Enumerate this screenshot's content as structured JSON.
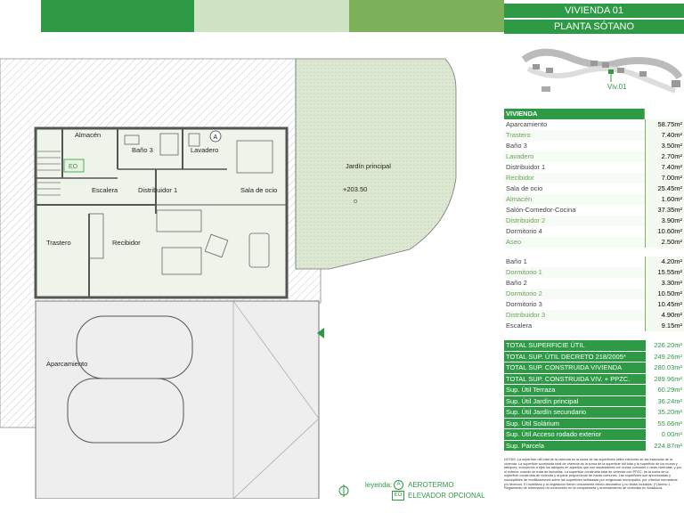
{
  "header": {
    "title": "VIVIENDA 01",
    "subtitle": "PLANTA SÓTANO"
  },
  "keymap": {
    "label": "Viv.01"
  },
  "plan": {
    "rooms": {
      "almacen": "Almacén",
      "bano3": "Baño 3",
      "lavadero": "Lavadero",
      "escalera": "Escalera",
      "distribuidor1": "Distribuidor 1",
      "sala_ocio": "Sala de ocio",
      "trastero": "Trastero",
      "recibidor": "Recibidor",
      "aparcamiento": "Aparcamiento",
      "jardin": "Jardín principal"
    },
    "elevation": "+203.50",
    "symbol_a": "A",
    "symbol_eo": "EO"
  },
  "table": {
    "section": "VIVIENDA",
    "rows_a": [
      {
        "label": "Aparcamiento",
        "value": "58.75m²"
      },
      {
        "label": "Trastero",
        "value": "7.40m²"
      },
      {
        "label": "Baño 3",
        "value": "3.50m²"
      },
      {
        "label": "Lavadero",
        "value": "2.70m²"
      },
      {
        "label": "Distribuidor 1",
        "value": "7.40m²"
      },
      {
        "label": "Recibidor",
        "value": "7.00m²"
      },
      {
        "label": "Sala de ocio",
        "value": "25.45m²"
      },
      {
        "label": "Almacén",
        "value": "1.60m²"
      },
      {
        "label": "Salón-Comedor-Cocina",
        "value": "37.35m²"
      },
      {
        "label": "Distribuidor 2",
        "value": "3.90m²"
      },
      {
        "label": "Dormitorio 4",
        "value": "10.60m²"
      },
      {
        "label": "Aseo",
        "value": "2.50m²"
      }
    ],
    "rows_b": [
      {
        "label": "Baño 1",
        "value": "4.20m²"
      },
      {
        "label": "Dormitorio 1",
        "value": "15.55m²"
      },
      {
        "label": "Baño 2",
        "value": "3.30m²"
      },
      {
        "label": "Dormitorio 2",
        "value": "10.50m²"
      },
      {
        "label": "Dormitorio 3",
        "value": "10.45m²"
      },
      {
        "label": "Distribuidor 3",
        "value": "4.90m²"
      },
      {
        "label": "Escalera",
        "value": "9.15m²"
      }
    ],
    "totals": [
      {
        "label": "TOTAL SUPERFICIE ÚTIL",
        "value": "226.20m²"
      },
      {
        "label": "TOTAL SUP. ÚTIL DECRETO 218/2005*",
        "value": "249.26m²"
      },
      {
        "label": "TOTAL SUP. CONSTRUIDA VIVIENDA",
        "value": "280.03m²"
      },
      {
        "label": "TOTAL SUP. CONSTRUIDA VIV. + PPZC.",
        "value": "289.96m²"
      },
      {
        "label": "Sup. Útil Terraza",
        "value": "60.29m²"
      },
      {
        "label": "Sup. Útil Jardín principal",
        "value": "36.24m²"
      },
      {
        "label": "Sup. Útil Jardín secundario",
        "value": "35.20m²"
      },
      {
        "label": "Sup. Útil Solárium",
        "value": "55.66m²"
      },
      {
        "label": "Sup. Útil Acceso rodado exterior",
        "value": "0.00m²"
      },
      {
        "label": "Sup. Parcela",
        "value": "224.87m²"
      }
    ]
  },
  "notes": "NOTAS: La superficie útil total de la vivienda es la suma de las superficies útiles interiores de las estancias de la vivienda. La superficie construida total de vivienda es la suma de la superficie útil total y la superficie de los muros y tabiques, incluyendo a ejes los tabiques en aquellos que son separadores con zonas comunes u otras viviendas, y por el exterior cuando se trata de fachadas. La superficie construida total de vivienda con PPZC, es la suma de la superficie construida de vivienda y la parte proporcional de zonas comunes. Las superficies son aproximadas y susceptibles de modificaciones sobre las superficies señaladas por exigencias municipales, por criterios normativos y/o técnicos. El mobiliario y la vegetación tienen únicamente efecto decorativo y no están incluidos. (*) Anexo 1. Reglamento de información al consumidor en la compraventa y arrendamiento de viviendas en Andalucía.",
  "legend": {
    "label": "leyenda:",
    "aerotermo_symbol": "A",
    "aerotermo": "AEROTERMO",
    "elevador_symbol": "EO",
    "elevador": "ELEVADOR OPCIONAL"
  },
  "colors": {
    "brand_green": "#2e9a46",
    "light_green": "#cfe3c5",
    "mid_green": "#7cb15a"
  }
}
